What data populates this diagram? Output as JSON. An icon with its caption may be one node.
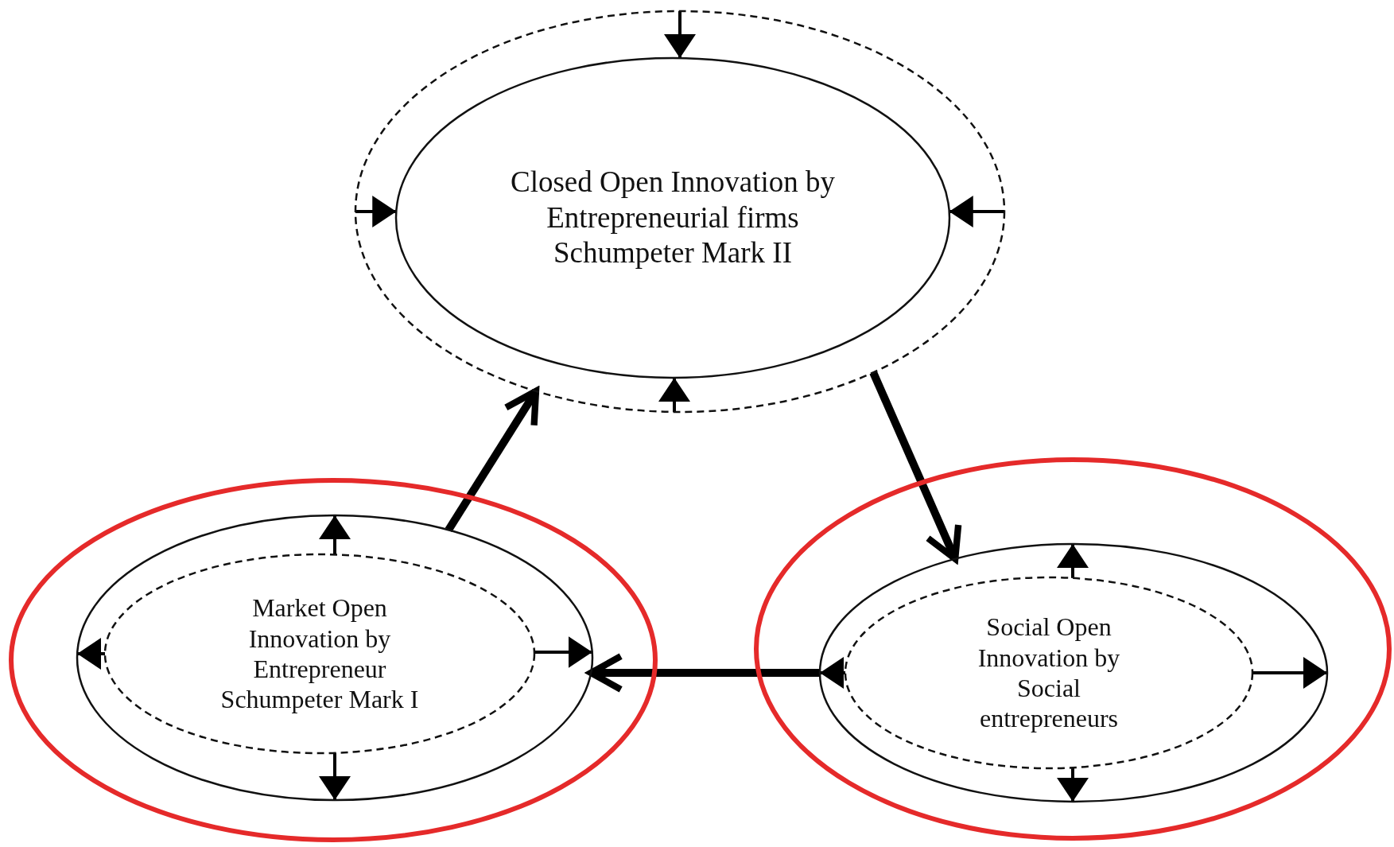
{
  "diagram": {
    "nodes": [
      {
        "text": [],
        "shape": "ellipse"
      },
      {
        "text": [
          "Closed Open Innovation by Entrepreneurial firms Schumpeter Mark II"
        ],
        "in": 0
      },
      {
        "text": [],
        "shape": "ellipse"
      },
      {
        "text": [],
        "shape": "ellipse",
        "in": 2
      },
      {
        "text": [
          "Market Open Innovation by Entrepreneur Schumpeter Mark I"
        ],
        "in": 3
      },
      {
        "text": [],
        "shape": "ellipse"
      },
      {
        "text": [],
        "shape": "ellipse",
        "in": 5
      },
      {
        "text": [
          "Social Open Innovation by Social entrepreneurs"
        ],
        "in": 6
      }
    ],
    "edges": [
      {
        "from": 3,
        "to": 0,
        "arrow": "to",
        "style": "thick"
      },
      {
        "from": 0,
        "to": 6,
        "arrow": "to",
        "style": "thick"
      },
      {
        "from": 6,
        "to": 3,
        "arrow": "to",
        "style": "thick"
      },
      {
        "from": 0,
        "to": 1,
        "arrow": "to"
      },
      {
        "from": 0,
        "to": 1,
        "arrow": "to"
      },
      {
        "from": 0,
        "to": 1,
        "arrow": "to"
      },
      {
        "from": 0,
        "to": 1,
        "arrow": "to"
      },
      {
        "from": 4,
        "to": 3,
        "arrow": "to"
      },
      {
        "from": 4,
        "to": 3,
        "arrow": "to"
      },
      {
        "from": 4,
        "to": 3,
        "arrow": "to"
      },
      {
        "from": 4,
        "to": 3,
        "arrow": "to"
      },
      {
        "from": 7,
        "to": 6,
        "arrow": "to"
      },
      {
        "from": 7,
        "to": 6,
        "arrow": "to"
      },
      {
        "from": 7,
        "to": 6,
        "arrow": "to"
      },
      {
        "from": 7,
        "to": 6,
        "arrow": "to"
      }
    ]
  }
}
